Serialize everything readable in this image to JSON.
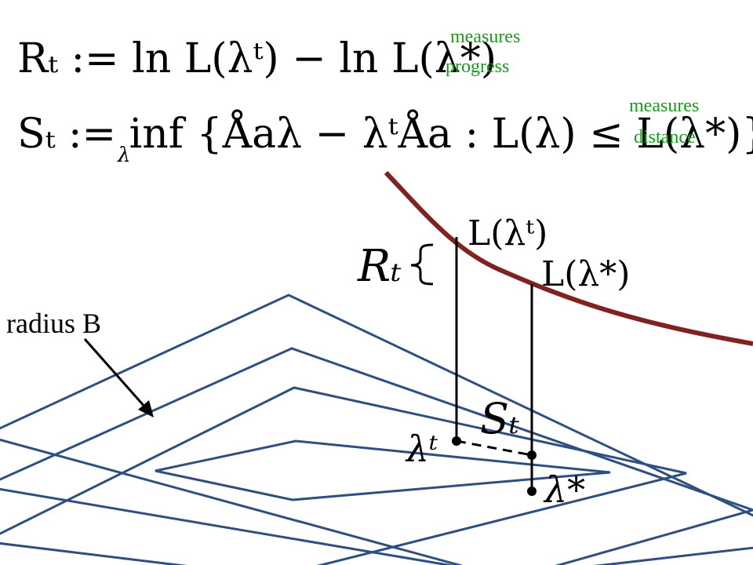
{
  "equations": {
    "rt_definition": "Rₜ := ln L(λᵗ) − ln L(λ*)",
    "st_definition": "Sₜ := inf {Åaλ − λᵗÅa : L(λ) ≤ L(λ*)}",
    "st_subscript": "λ"
  },
  "notes": {
    "progress_line1": "measures",
    "progress_line2": "progress",
    "distance_line1": "measures",
    "distance_line2": "distance"
  },
  "labels": {
    "radius": "radius B",
    "l_lambda_t": "L(λᵗ)",
    "l_lambda_star": "L(λ*)",
    "rt": "Rₜ",
    "st": "Sₜ",
    "lambda_t": "λᵗ",
    "lambda_star": "λ*"
  },
  "colors": {
    "note_green": "#1a9a1a",
    "contour_blue": "#2e4f7f",
    "curve_red": "#7f2320",
    "ink": "#000000"
  }
}
